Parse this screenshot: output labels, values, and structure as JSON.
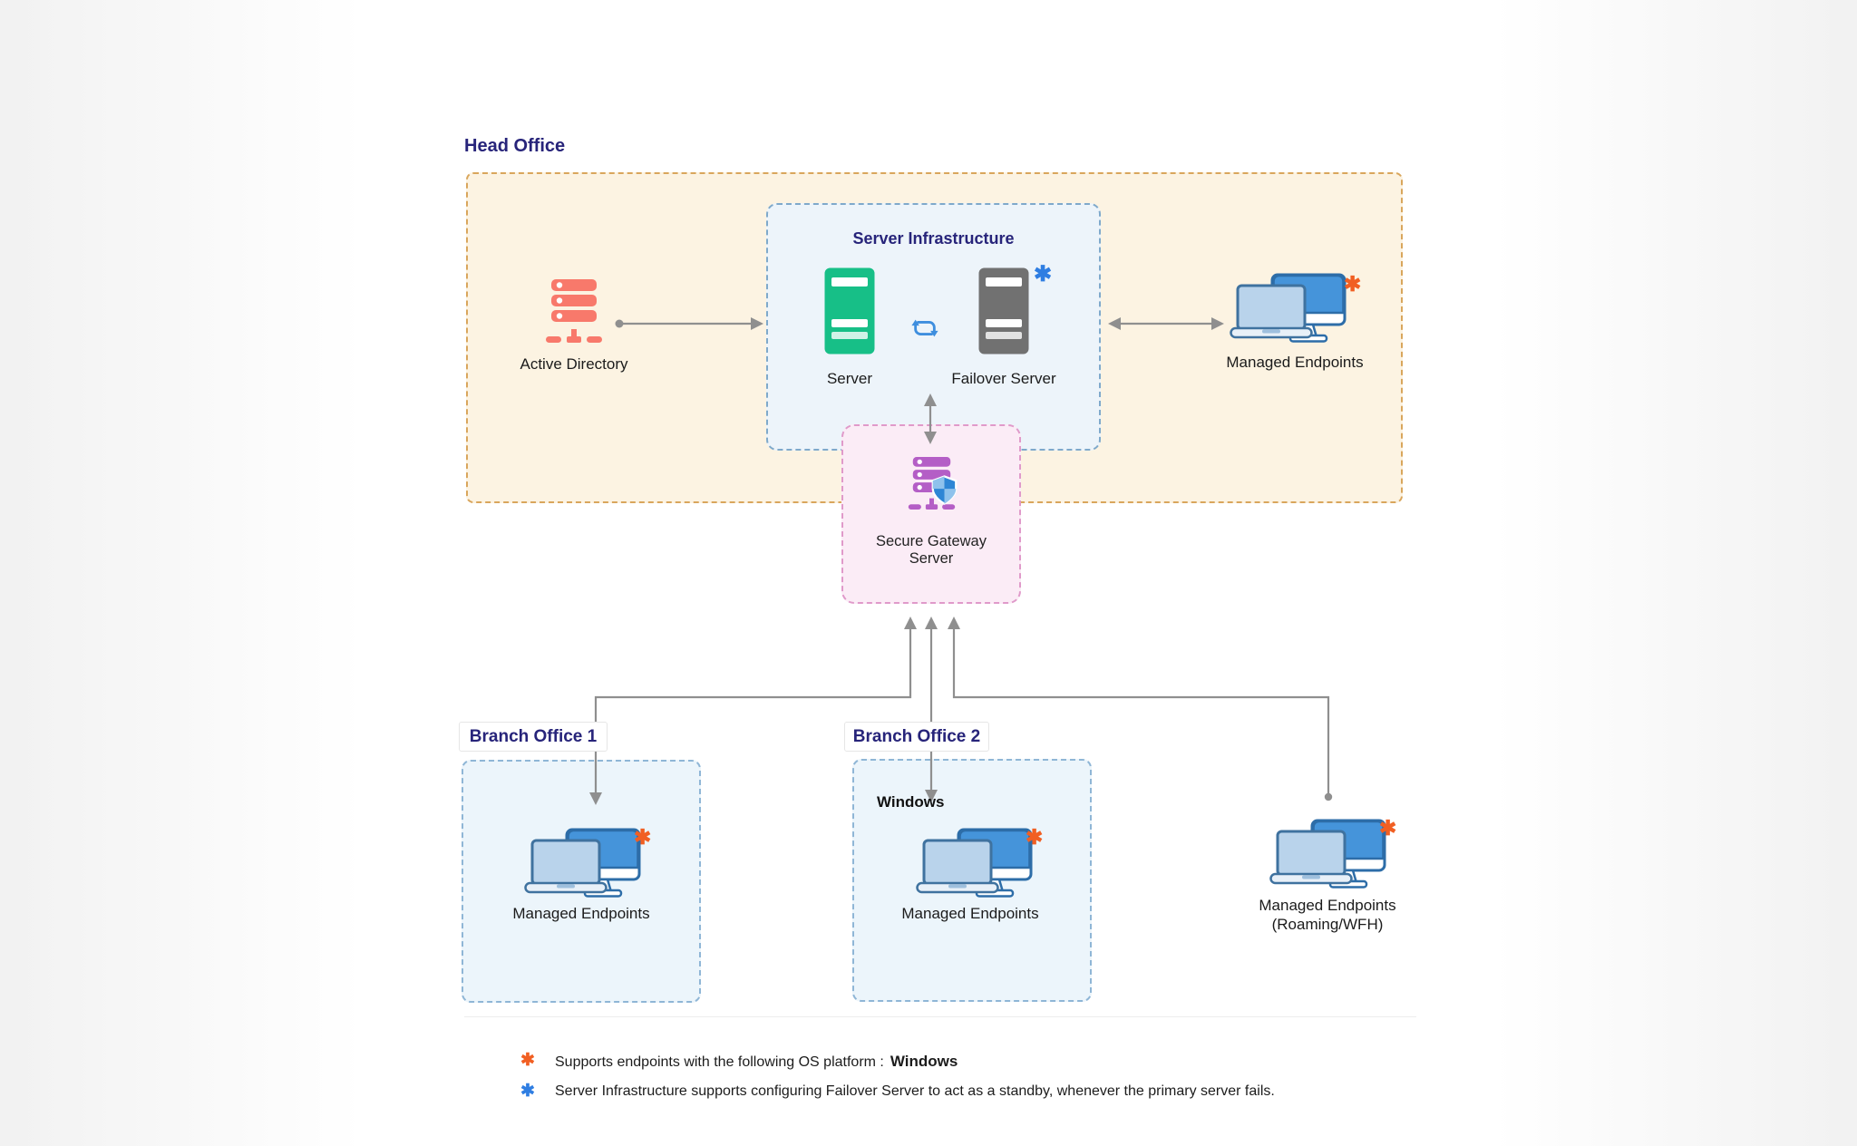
{
  "head_office": {
    "title": "Head Office",
    "active_directory_label": "Active Directory",
    "endpoints_label": "Managed Endpoints",
    "endpoints_asterisk": "✱"
  },
  "server_infrastructure": {
    "title": "Server Infrastructure",
    "server_label": "Server",
    "failover_label": "Failover Server",
    "failover_asterisk": "✱"
  },
  "secure_gateway": {
    "label_line1": "Secure Gateway",
    "label_line2": "Server"
  },
  "branch_office_1": {
    "title": "Branch Office 1",
    "endpoints_label": "Managed Endpoints",
    "endpoints_asterisk": "✱"
  },
  "branch_office_2": {
    "title": "Branch Office 2",
    "os_label": "Windows",
    "endpoints_label": "Managed Endpoints",
    "endpoints_asterisk": "✱"
  },
  "roaming_endpoints": {
    "label_line1": "Managed Endpoints",
    "label_line2": "(Roaming/WFH)",
    "asterisk": "✱"
  },
  "footnotes": {
    "note1_marker": "✱",
    "note1_text": "Supports endpoints with the following OS platform :",
    "note1_bold": "Windows",
    "note2_marker": "✱",
    "note2_text": "Server Infrastructure supports configuring Failover Server to act as a standby, whenever the primary server fails."
  },
  "colors": {
    "title_navy": "#27247a",
    "head_office_border": "#d9a65c",
    "head_office_fill": "#fcf3e2",
    "infra_fill": "#edf4fa",
    "infra_border": "#7fa9cb",
    "gateway_fill": "#fbecf6",
    "gateway_border": "#e09aca",
    "branch_fill": "#ecf5fb",
    "branch_border": "#8fb6d6",
    "connector_gray": "#8f8f8f",
    "active_directory_red": "#f8796b",
    "server_green": "#17bf87",
    "failover_gray": "#717171",
    "sync_blue": "#3e8ede",
    "monitor_blue": "#4594da",
    "laptop_blue": "#b9d3eb",
    "gateway_purple": "#b45ec6",
    "shield_blue": "#2e86d5",
    "asterisk_orange": "#f15f22",
    "asterisk_blue": "#2f7ee2"
  }
}
